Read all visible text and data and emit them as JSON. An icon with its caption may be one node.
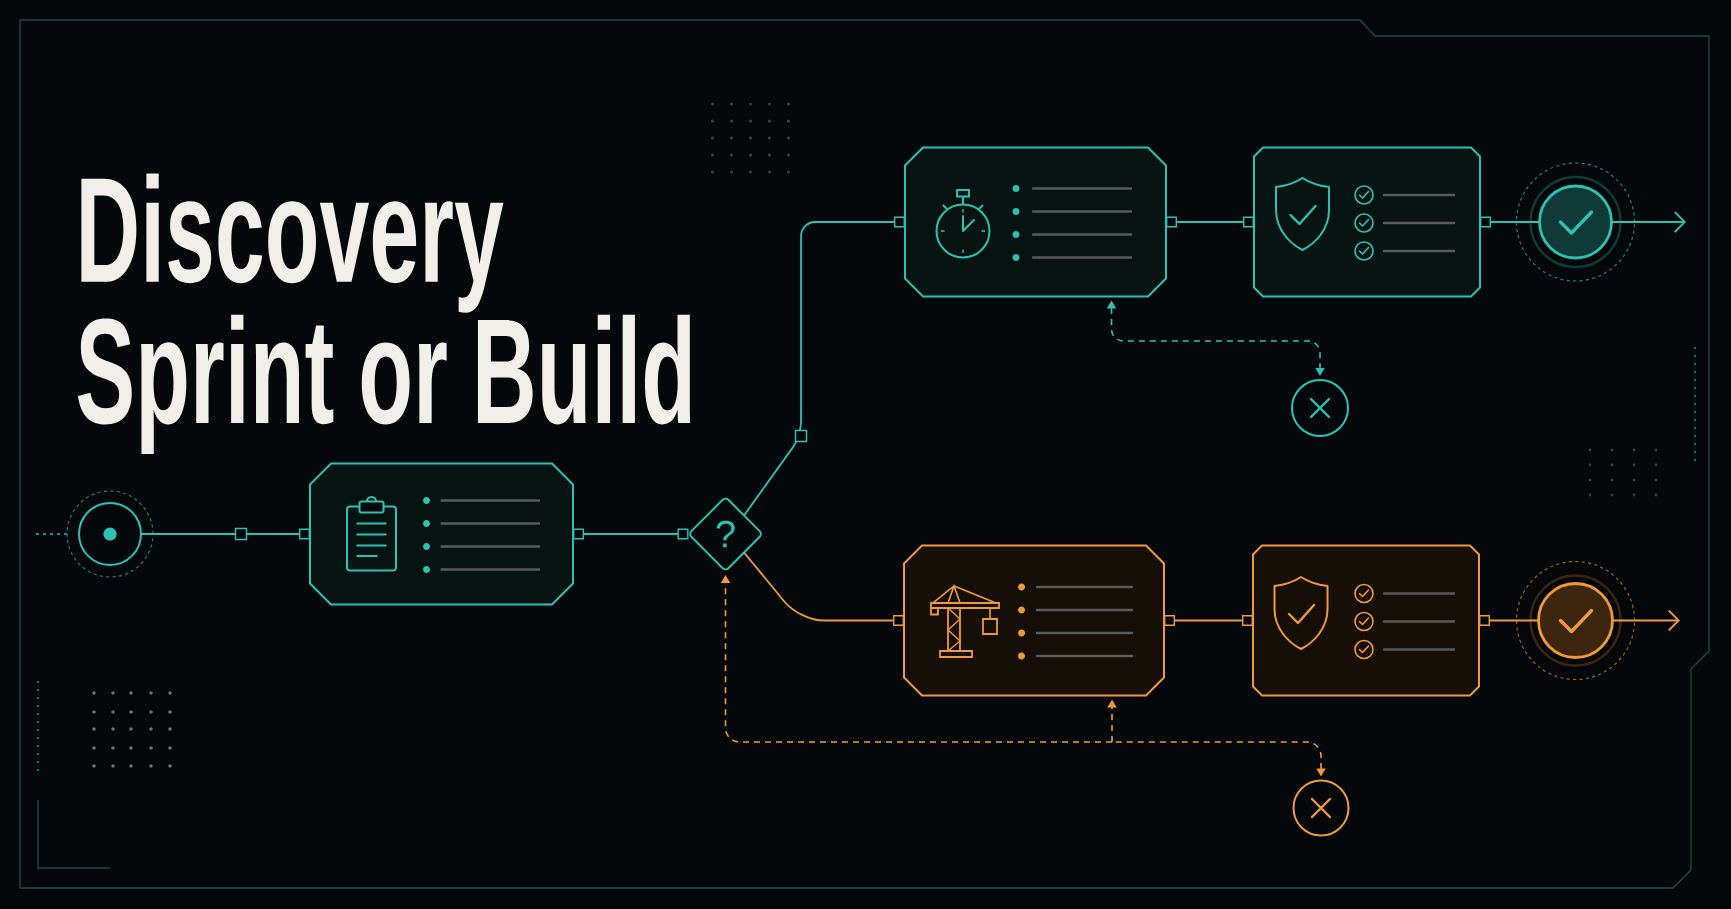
{
  "diagram": {
    "title": "Discovery Sprint or Build",
    "nodes": [
      {
        "text": [],
        "shape": "circle"
      },
      {
        "text": [],
        "shape": "box"
      },
      {
        "text": [
          "?"
        ]
      },
      {
        "text": [],
        "shape": "box"
      },
      {
        "text": [],
        "shape": "box"
      },
      {
        "text": [],
        "shape": "circle"
      },
      {
        "text": [],
        "shape": "circle"
      },
      {
        "text": [],
        "shape": "box"
      },
      {
        "text": [],
        "shape": "box"
      },
      {
        "text": [],
        "shape": "circle"
      },
      {
        "text": [],
        "shape": "circle"
      }
    ],
    "edges": [
      {
        "from": 0,
        "to": 1,
        "arrow": "other"
      },
      {
        "from": 1,
        "to": 2,
        "arrow": "other"
      },
      {
        "from": 2,
        "to": 3,
        "arrow": "other"
      },
      {
        "from": 3,
        "to": 4,
        "arrow": "other"
      },
      {
        "from": 4,
        "to": 5,
        "arrow": "other"
      },
      {
        "from": 5,
        "to": null,
        "arrow": "to"
      },
      {
        "from": 3,
        "to": 6,
        "arrow": "both",
        "style": "dashed"
      },
      {
        "from": 2,
        "to": 7,
        "arrow": "other",
        "color": "#f0993b"
      },
      {
        "from": 7,
        "to": 8,
        "arrow": "other",
        "color": "#f0993b"
      },
      {
        "from": 8,
        "to": 9,
        "arrow": "other",
        "color": "#f0993b"
      },
      {
        "from": 9,
        "to": null,
        "arrow": "to",
        "color": "#f0993b"
      },
      {
        "from": 2,
        "to": 10,
        "arrow": "both",
        "style": "dashed",
        "color": "#f0993b"
      },
      {
        "from": 7,
        "to": 10,
        "arrow": "both",
        "style": "dashed",
        "color": "#f0993b"
      }
    ]
  }
}
